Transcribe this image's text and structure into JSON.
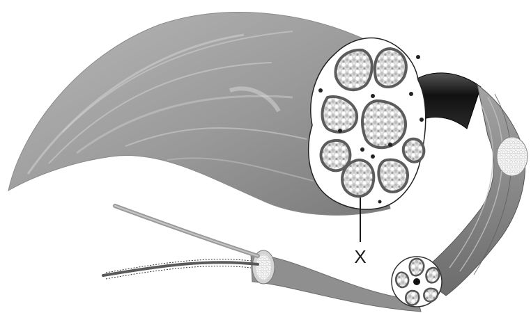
{
  "figure": {
    "label_x": "X"
  },
  "colors": {
    "muscle_light": "#a9a9a9",
    "muscle_mid": "#8c8c8c",
    "muscle_dark": "#6e6e6e",
    "sheath_black": "#1b1b1b",
    "fascicle_border": "#595959",
    "cell_fill": "#ffffff",
    "outline": "#222222"
  },
  "icons": [
    "muscle-belly",
    "fascicle-cross-section",
    "tendon-sheath",
    "muscle-fiber-bundle",
    "myofibril",
    "pointer-line"
  ]
}
